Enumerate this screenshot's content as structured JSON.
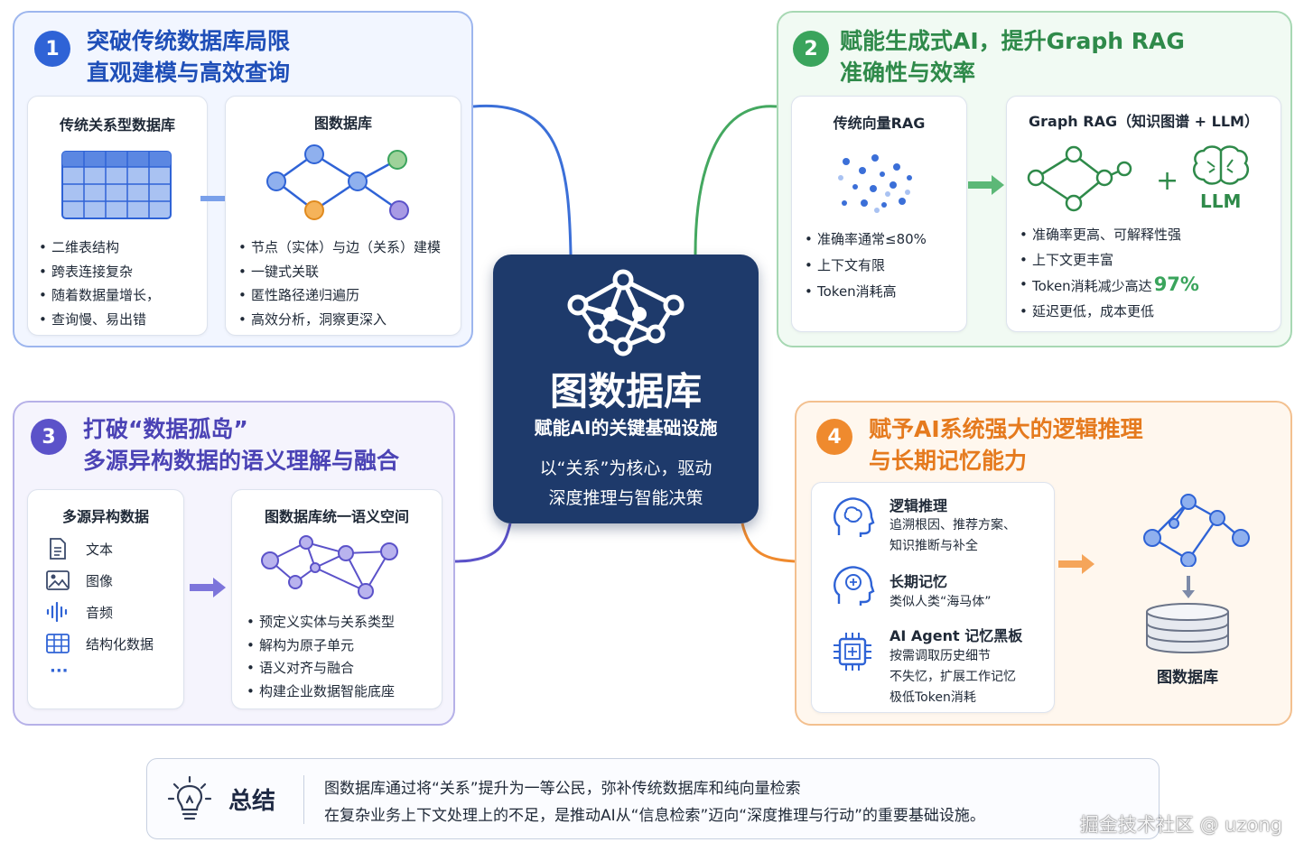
{
  "center": {
    "title": "图数据库",
    "subtitle": "赋能AI的关键基础设施",
    "desc_line1": "以“关系”为核心，驱动",
    "desc_line2": "深度推理与智能决策",
    "icon": "network-graph-icon",
    "color": "#1e3a6b"
  },
  "panel1": {
    "number": "1",
    "title_line1": "突破传统数据库局限",
    "title_line2": "直观建模与高效查询",
    "color": "#2f63d6",
    "left_card": {
      "title": "传统关系型数据库",
      "icon": "table-grid-icon",
      "bullets": [
        "二维表结构",
        "跨表连接复杂",
        "随着数据量增长，",
        "查询慢、易出错"
      ]
    },
    "right_card": {
      "title": "图数据库",
      "icon": "graph-network-icon",
      "bullets": [
        "节点（实体）与边（关系）建模",
        "一键式关联",
        "匿性路径递归遍历",
        "高效分析，洞察更深入"
      ]
    }
  },
  "panel2": {
    "number": "2",
    "title_line1": "赋能生成式AI，提升Graph RAG",
    "title_line2": "准确性与效率",
    "color": "#3aa45c",
    "left_card": {
      "title": "传统向量RAG",
      "icon": "vector-dots-icon",
      "bullets": [
        "准确率通常≤80%",
        "上下文有限",
        "Token消耗高"
      ]
    },
    "right_card": {
      "title": "Graph RAG（知识图谱 + LLM）",
      "plus": "+",
      "llm_label": "LLM",
      "bullets": [
        "准确率更高、可解释性强",
        "上下文更丰富",
        "Token消耗减少高达",
        "延迟更低，成本更低"
      ],
      "highlight": "97%"
    }
  },
  "panel3": {
    "number": "3",
    "title_line1": "打破“数据孤岛”",
    "title_line2": "多源异构数据的语义理解与融合",
    "color": "#5b52c9",
    "left_card": {
      "title": "多源异构数据",
      "items": [
        {
          "icon": "document-icon",
          "label": "文本"
        },
        {
          "icon": "image-icon",
          "label": "图像"
        },
        {
          "icon": "audio-wave-icon",
          "label": "音频"
        },
        {
          "icon": "table-icon",
          "label": "结构化数据"
        }
      ],
      "more": "···"
    },
    "right_card": {
      "title": "图数据库统一语义空间",
      "bullets": [
        "预定义实体与关系类型",
        "解构为原子单元",
        "语义对齐与融合",
        "构建企业数据智能底座"
      ]
    }
  },
  "panel4": {
    "number": "4",
    "title_line1": "赋予AI系统强大的逻辑推理",
    "title_line2": "与长期记忆能力",
    "color": "#ef8a2e",
    "items": [
      {
        "icon": "brain-head-icon",
        "title": "逻辑推理",
        "lines": [
          "追溯根因、推荐方案、",
          "知识推断与补全"
        ]
      },
      {
        "icon": "memory-head-icon",
        "title": "长期记忆",
        "lines": [
          "类似人类“海马体”"
        ]
      },
      {
        "icon": "chip-icon",
        "title": "AI Agent 记忆黑板",
        "lines": [
          "按需调取历史细节",
          "不失忆，扩展工作记忆",
          "极低Token消耗"
        ]
      }
    ],
    "db_label": "图数据库"
  },
  "summary": {
    "icon": "lightbulb-icon",
    "label": "总结",
    "line1": "图数据库通过将“关系”提升为一等公民，弥补传统数据库和纯向量检索",
    "line2": "在复杂业务上下文处理上的不足，是推动AI从“信息检索”迈向“深度推理与行动”的重要基础设施。"
  },
  "watermark": "掘金技术社区 @ uzong"
}
